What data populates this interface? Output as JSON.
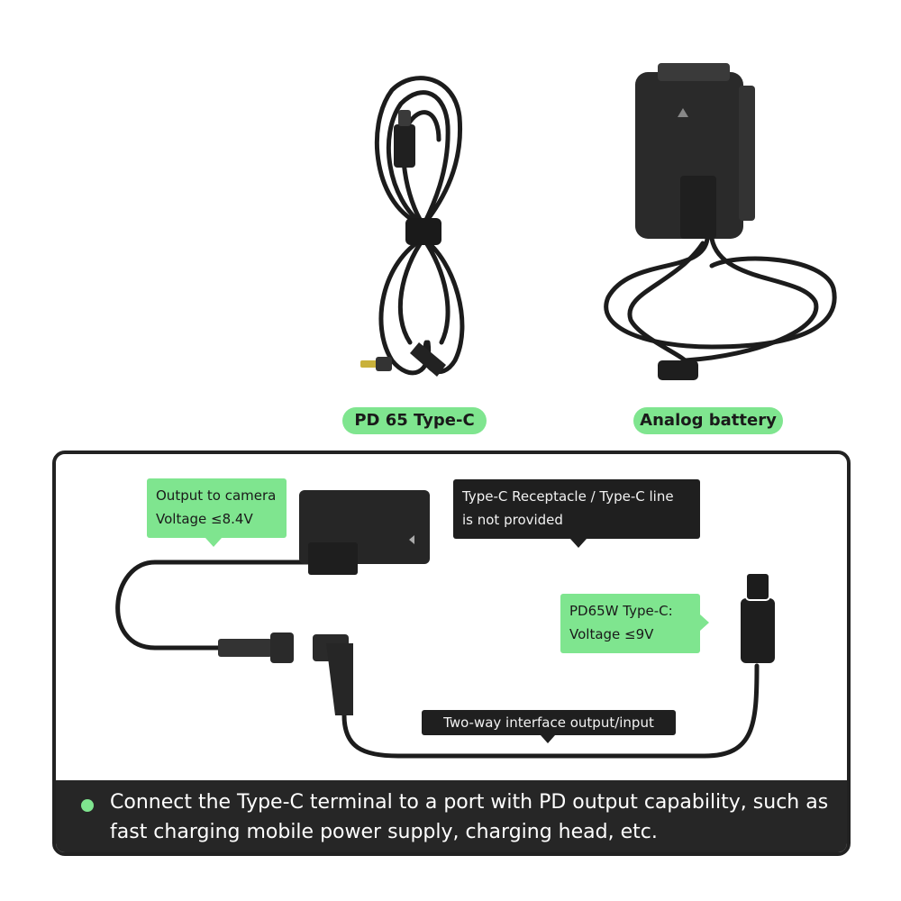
{
  "products": {
    "left_label": "PD 65 Type-C",
    "right_label": "Analog battery"
  },
  "diagram": {
    "output_callout": {
      "line1": "Output to camera",
      "line2": "Voltage ≤8.4V"
    },
    "receptacle_callout": {
      "line1": "Type-C Receptacle / Type-C line",
      "line2": "is not provided"
    },
    "pd_callout": {
      "line1": "PD65W Type-C:",
      "line2": "Voltage ≤9V"
    },
    "interface_label": "Two-way interface output/input"
  },
  "footer": {
    "note": "Connect the Type-C terminal to a port with PD output capability, such as fast charging mobile power supply, charging head, etc."
  },
  "colors": {
    "accent": "#7fe58f",
    "dark": "#1f1f1f",
    "cable": "#1c1c1c"
  }
}
